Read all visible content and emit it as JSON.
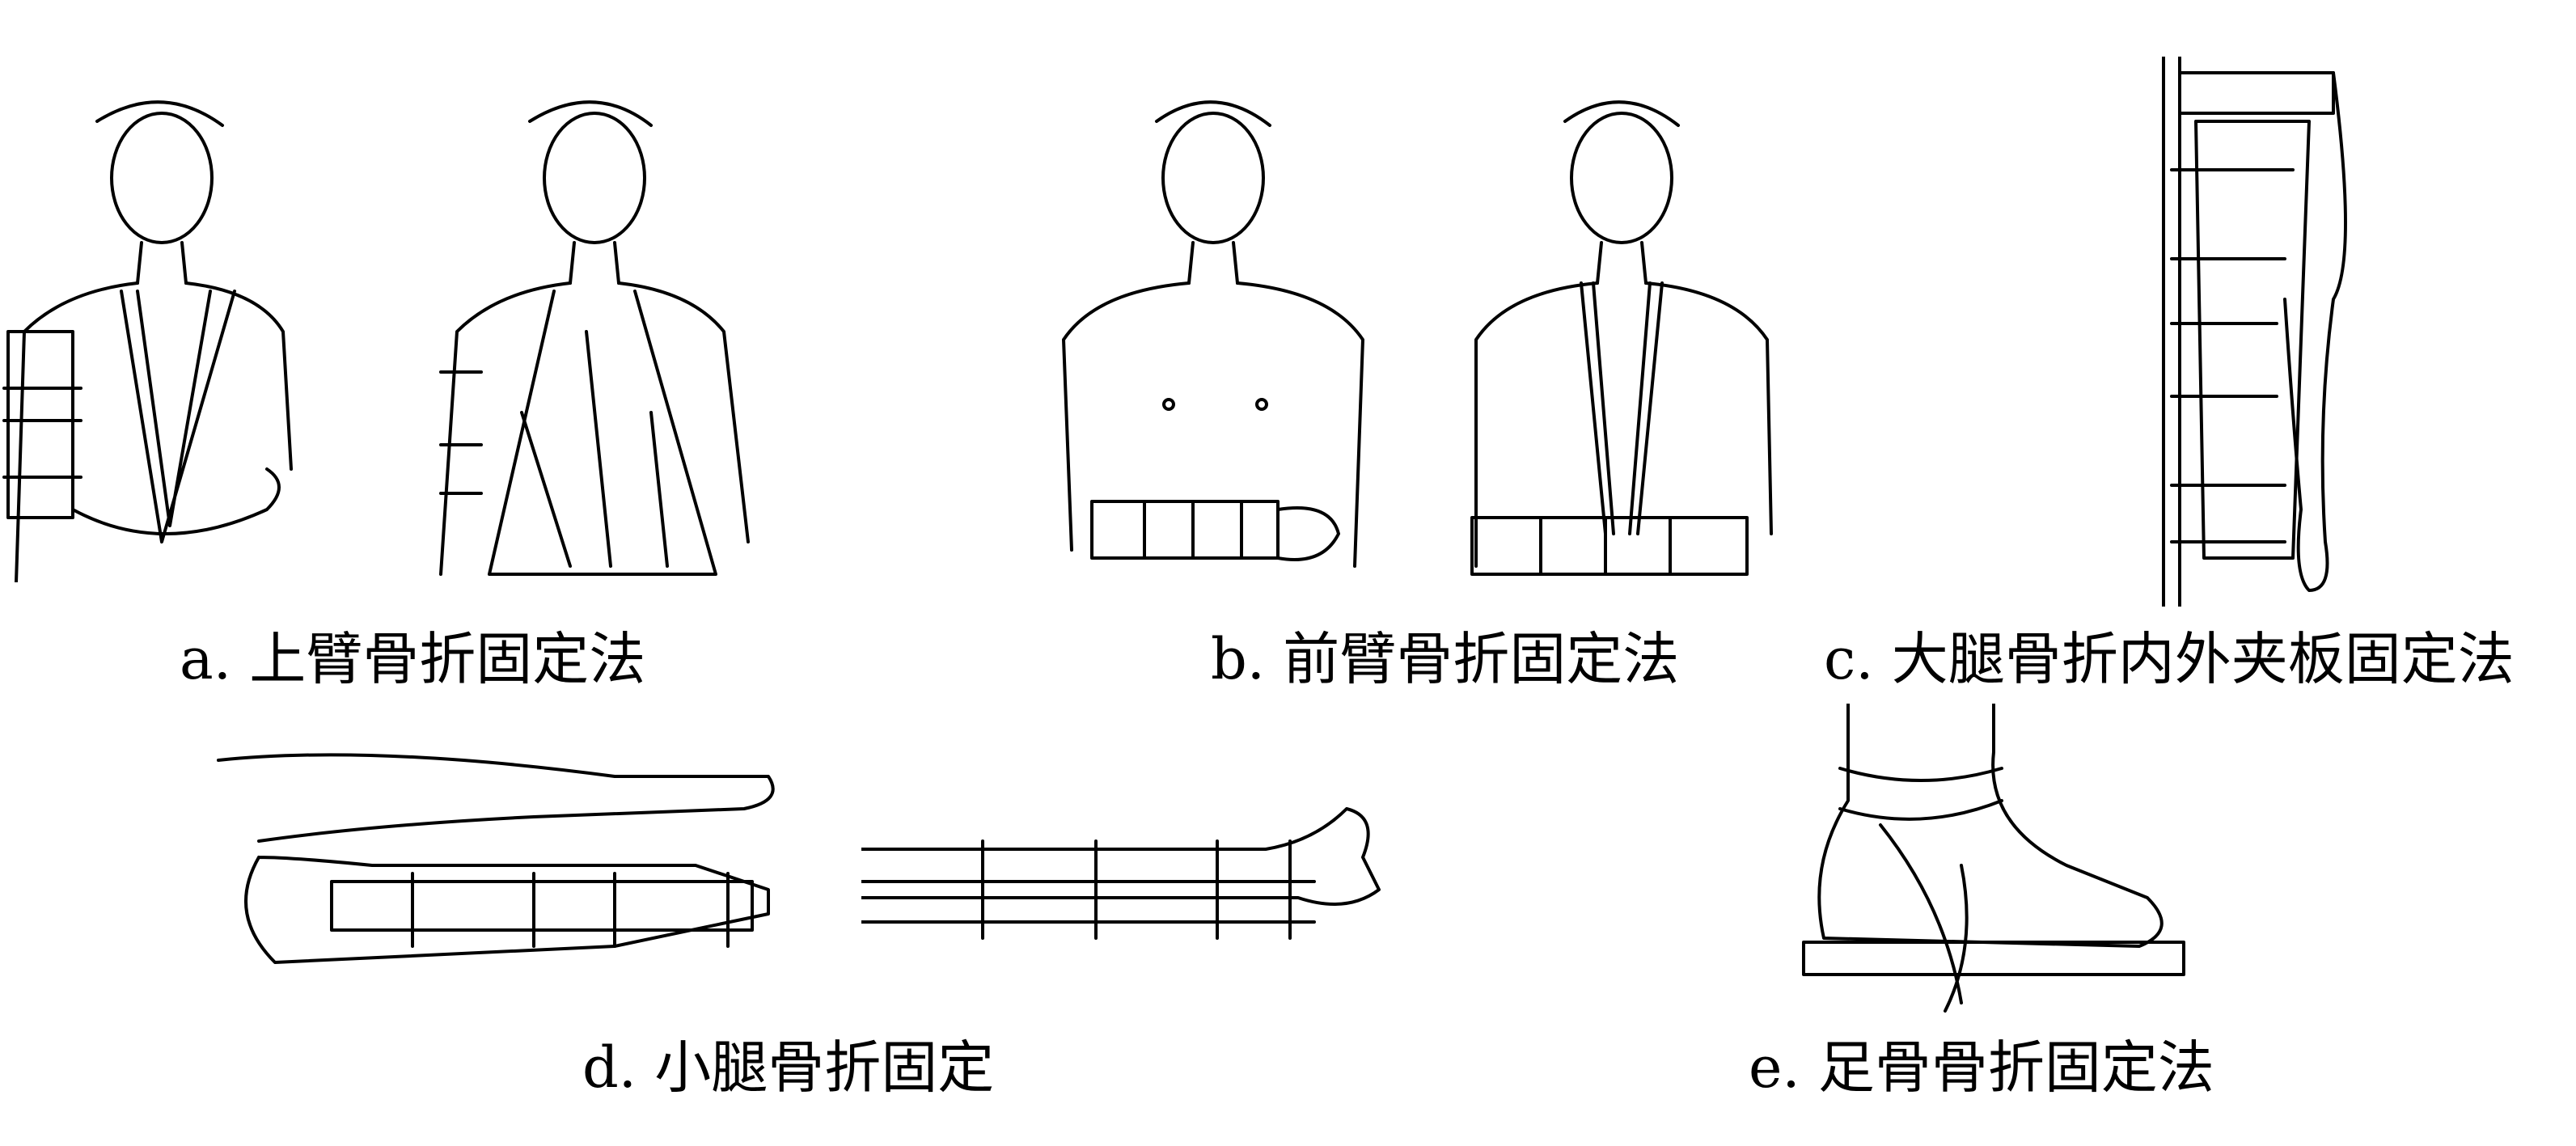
{
  "captions": {
    "a": "a. 上臂骨折固定法",
    "b": "b. 前臂骨折固定法",
    "c": "c. 大腿骨折内外夹板固定法",
    "d": "d. 小腿骨折固定",
    "e": "e. 足骨骨折固定法"
  }
}
